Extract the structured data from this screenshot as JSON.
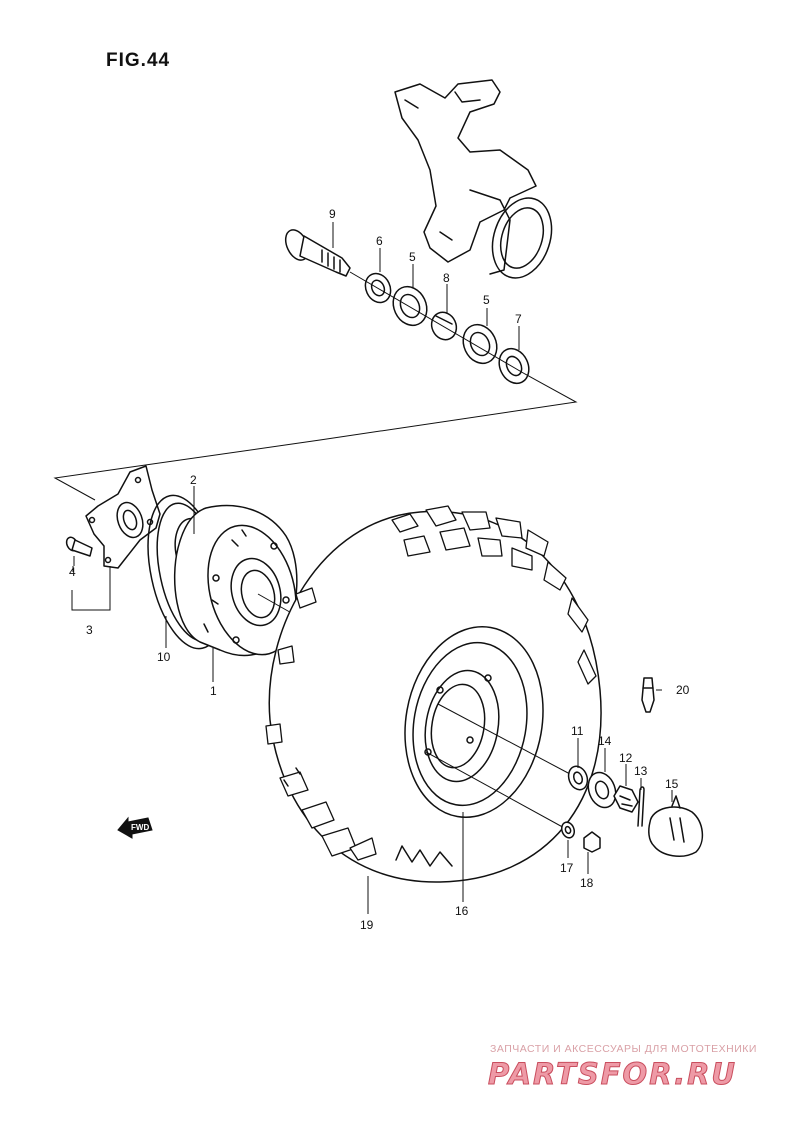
{
  "figure": {
    "title": "FIG.44"
  },
  "callouts": [
    {
      "id": "c1",
      "label": "1"
    },
    {
      "id": "c2",
      "label": "2"
    },
    {
      "id": "c3",
      "label": "3"
    },
    {
      "id": "c4",
      "label": "4"
    },
    {
      "id": "c5a",
      "label": "5"
    },
    {
      "id": "c5b",
      "label": "5"
    },
    {
      "id": "c6",
      "label": "6"
    },
    {
      "id": "c7",
      "label": "7"
    },
    {
      "id": "c8",
      "label": "8"
    },
    {
      "id": "c9",
      "label": "9"
    },
    {
      "id": "c10",
      "label": "10"
    },
    {
      "id": "c11",
      "label": "11"
    },
    {
      "id": "c12",
      "label": "12"
    },
    {
      "id": "c13",
      "label": "13"
    },
    {
      "id": "c14",
      "label": "14"
    },
    {
      "id": "c15",
      "label": "15"
    },
    {
      "id": "c16",
      "label": "16"
    },
    {
      "id": "c17",
      "label": "17"
    },
    {
      "id": "c18",
      "label": "18"
    },
    {
      "id": "c19",
      "label": "19"
    },
    {
      "id": "c20",
      "label": "20"
    }
  ],
  "direction_arrow": {
    "label": "FWD"
  },
  "watermark": {
    "tagline": "ЗАПЧАСТИ И АКСЕССУАРЫ ДЛЯ МОТОТЕХНИКИ",
    "brand": "PARTSFOR.RU"
  },
  "colors": {
    "line": "#111111",
    "watermark_fill": "#ee9aa6",
    "watermark_stroke": "#c94e5e"
  }
}
